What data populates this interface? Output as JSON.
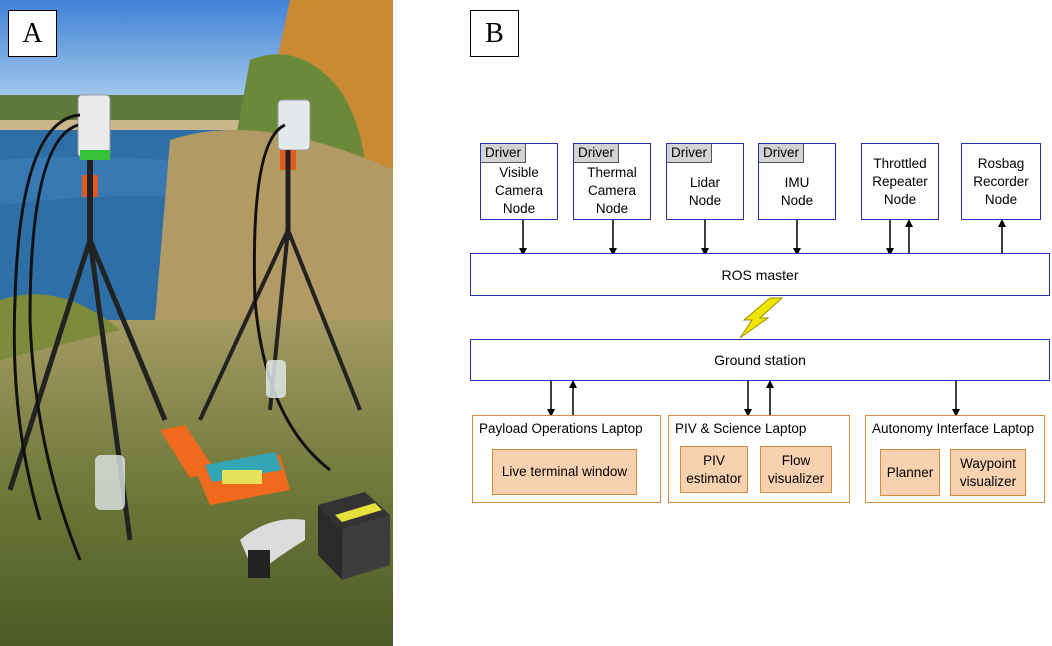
{
  "panel_labels": {
    "a": "A",
    "b": "B"
  },
  "nodes": [
    {
      "driver": "Driver",
      "lines": [
        "Visible",
        "Camera",
        "Node"
      ]
    },
    {
      "driver": "Driver",
      "lines": [
        "Thermal",
        "Camera",
        "Node"
      ]
    },
    {
      "driver": "Driver",
      "lines": [
        "Lidar",
        "Node"
      ]
    },
    {
      "driver": "Driver",
      "lines": [
        "IMU",
        "Node"
      ]
    },
    {
      "lines": [
        "Throttled",
        "Repeater",
        "Node"
      ]
    },
    {
      "lines": [
        "Rosbag",
        "Recorder",
        "Node"
      ]
    }
  ],
  "ros_master": "ROS master",
  "ground_station": "Ground station",
  "laptops": [
    {
      "title": "Payload Operations Laptop",
      "subs": [
        [
          "Live terminal window"
        ]
      ]
    },
    {
      "title": "PIV & Science Laptop",
      "subs": [
        [
          "PIV",
          "estimator"
        ],
        [
          "Flow",
          "visualizer"
        ]
      ]
    },
    {
      "title": "Autonomy Interface Laptop",
      "subs": [
        [
          "Planner"
        ],
        [
          "Waypoint",
          "visualizer"
        ]
      ]
    }
  ],
  "colors": {
    "node_border": "#2a2fb0",
    "laptop_border": "#d98a3c",
    "sub_fill": "#f8d2b0",
    "driver_fill": "#d3d3d3",
    "bolt": "#f2e600"
  },
  "photo_description_icons": [
    "tripod-antenna-left",
    "tripod-antenna-right",
    "river",
    "orange-case",
    "battery-box"
  ]
}
